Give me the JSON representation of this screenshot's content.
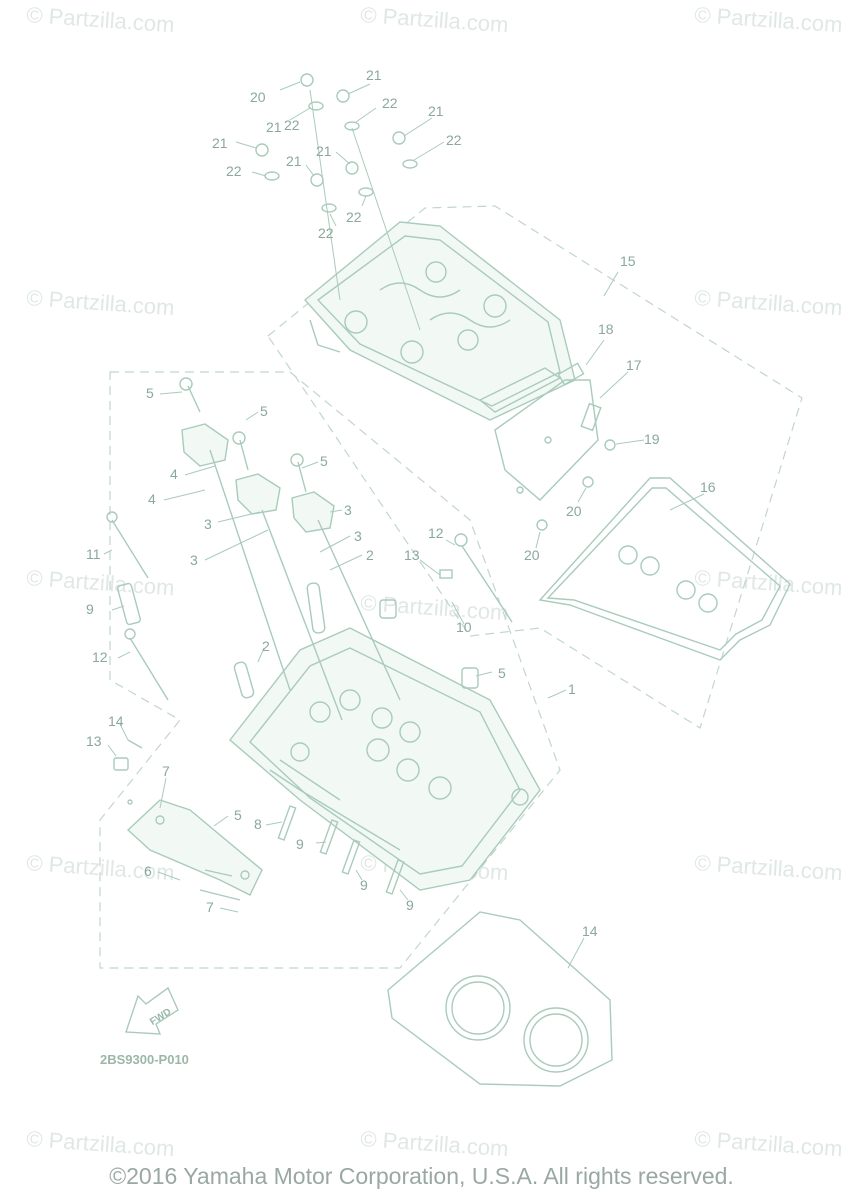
{
  "watermark_text": "© Partzilla.com",
  "callouts": [
    "1",
    "2",
    "2",
    "3",
    "3",
    "3",
    "3",
    "4",
    "4",
    "5",
    "5",
    "5",
    "5",
    "5",
    "6",
    "7",
    "7",
    "8",
    "9",
    "9",
    "9",
    "9",
    "10",
    "11",
    "12",
    "12",
    "13",
    "13",
    "14",
    "14",
    "15",
    "16",
    "17",
    "18",
    "19",
    "20",
    "20",
    "20",
    "21",
    "21",
    "21",
    "21",
    "21",
    "21",
    "22",
    "22",
    "22",
    "22",
    "22",
    "22"
  ],
  "diagram_code": "2BS9300-P010",
  "fwd_label": "FWD",
  "copyright": "©2016 Yamaha Motor Corporation, U.S.A. All rights reserved."
}
